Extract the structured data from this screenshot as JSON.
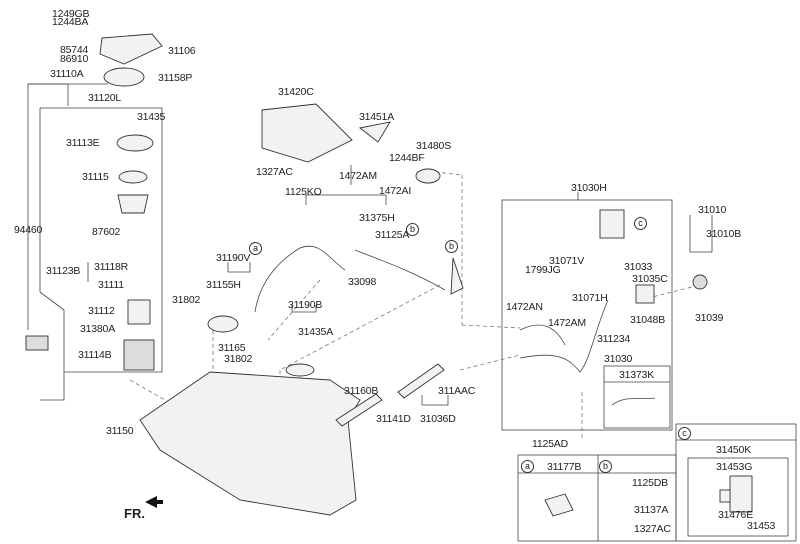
{
  "diagram": {
    "title": "Fuel Tank & Fuel System Parts",
    "direction_label": "FR.",
    "labels": {
      "p1249GB": "1249GB",
      "p1244BA": "1244BA",
      "p85744": "85744",
      "p86910": "86910",
      "p31106": "31106",
      "p31158P": "31158P",
      "p31110A": "31110A",
      "p31120L": "31120L",
      "p31435": "31435",
      "p31113E": "31113E",
      "p31115": "31115",
      "p94460": "94460",
      "p87602": "87602",
      "p31123B": "31123B",
      "p31118R": "31118R",
      "p31111": "31111",
      "p31112": "31112",
      "p31380A": "31380A",
      "p31114B": "31114B",
      "p31420C": "31420C",
      "p31451A": "31451A",
      "p31480S": "31480S",
      "p1244BF": "1244BF",
      "p1327AC": "1327AC",
      "p1472AM": "1472AM",
      "p1472AI": "1472AI",
      "p1125KO": "1125KO",
      "p31375H": "31375H",
      "p31125A": "31125A",
      "p33098": "33098",
      "p31190V": "31190V",
      "p31155H": "31155H",
      "p31802a": "31802",
      "p31190B": "31190B",
      "p31435A": "31435A",
      "p31165": "31165",
      "p31802b": "31802",
      "p31160B": "31160B",
      "p311AAC": "311AAC",
      "p31141D": "31141D",
      "p31036D": "31036D",
      "p31150": "31150",
      "p31030H": "31030H",
      "p31071V": "31071V",
      "p1799JG": "1799JG",
      "p31033": "31033",
      "p31035C": "31035C",
      "p31071H": "31071H",
      "p1472AN": "1472AN",
      "p1472AM2": "1472AM",
      "p31048B": "31048B",
      "p311234": "311234",
      "p31030": "31030",
      "p31373K": "31373K",
      "p1125AD": "1125AD",
      "p31010": "31010",
      "p31010B": "31010B",
      "p31039": "31039"
    },
    "callouts": {
      "a": "a",
      "b": "b",
      "c": "c"
    },
    "detail_a": {
      "tag": "a",
      "part": "31177B"
    },
    "detail_b": {
      "tag": "b",
      "parts": [
        "1125DB",
        "31137A",
        "1327AC"
      ]
    },
    "detail_c": {
      "tag": "c",
      "assembly": "31450K",
      "parts": [
        "31453G",
        "31476E",
        "31453"
      ]
    }
  }
}
